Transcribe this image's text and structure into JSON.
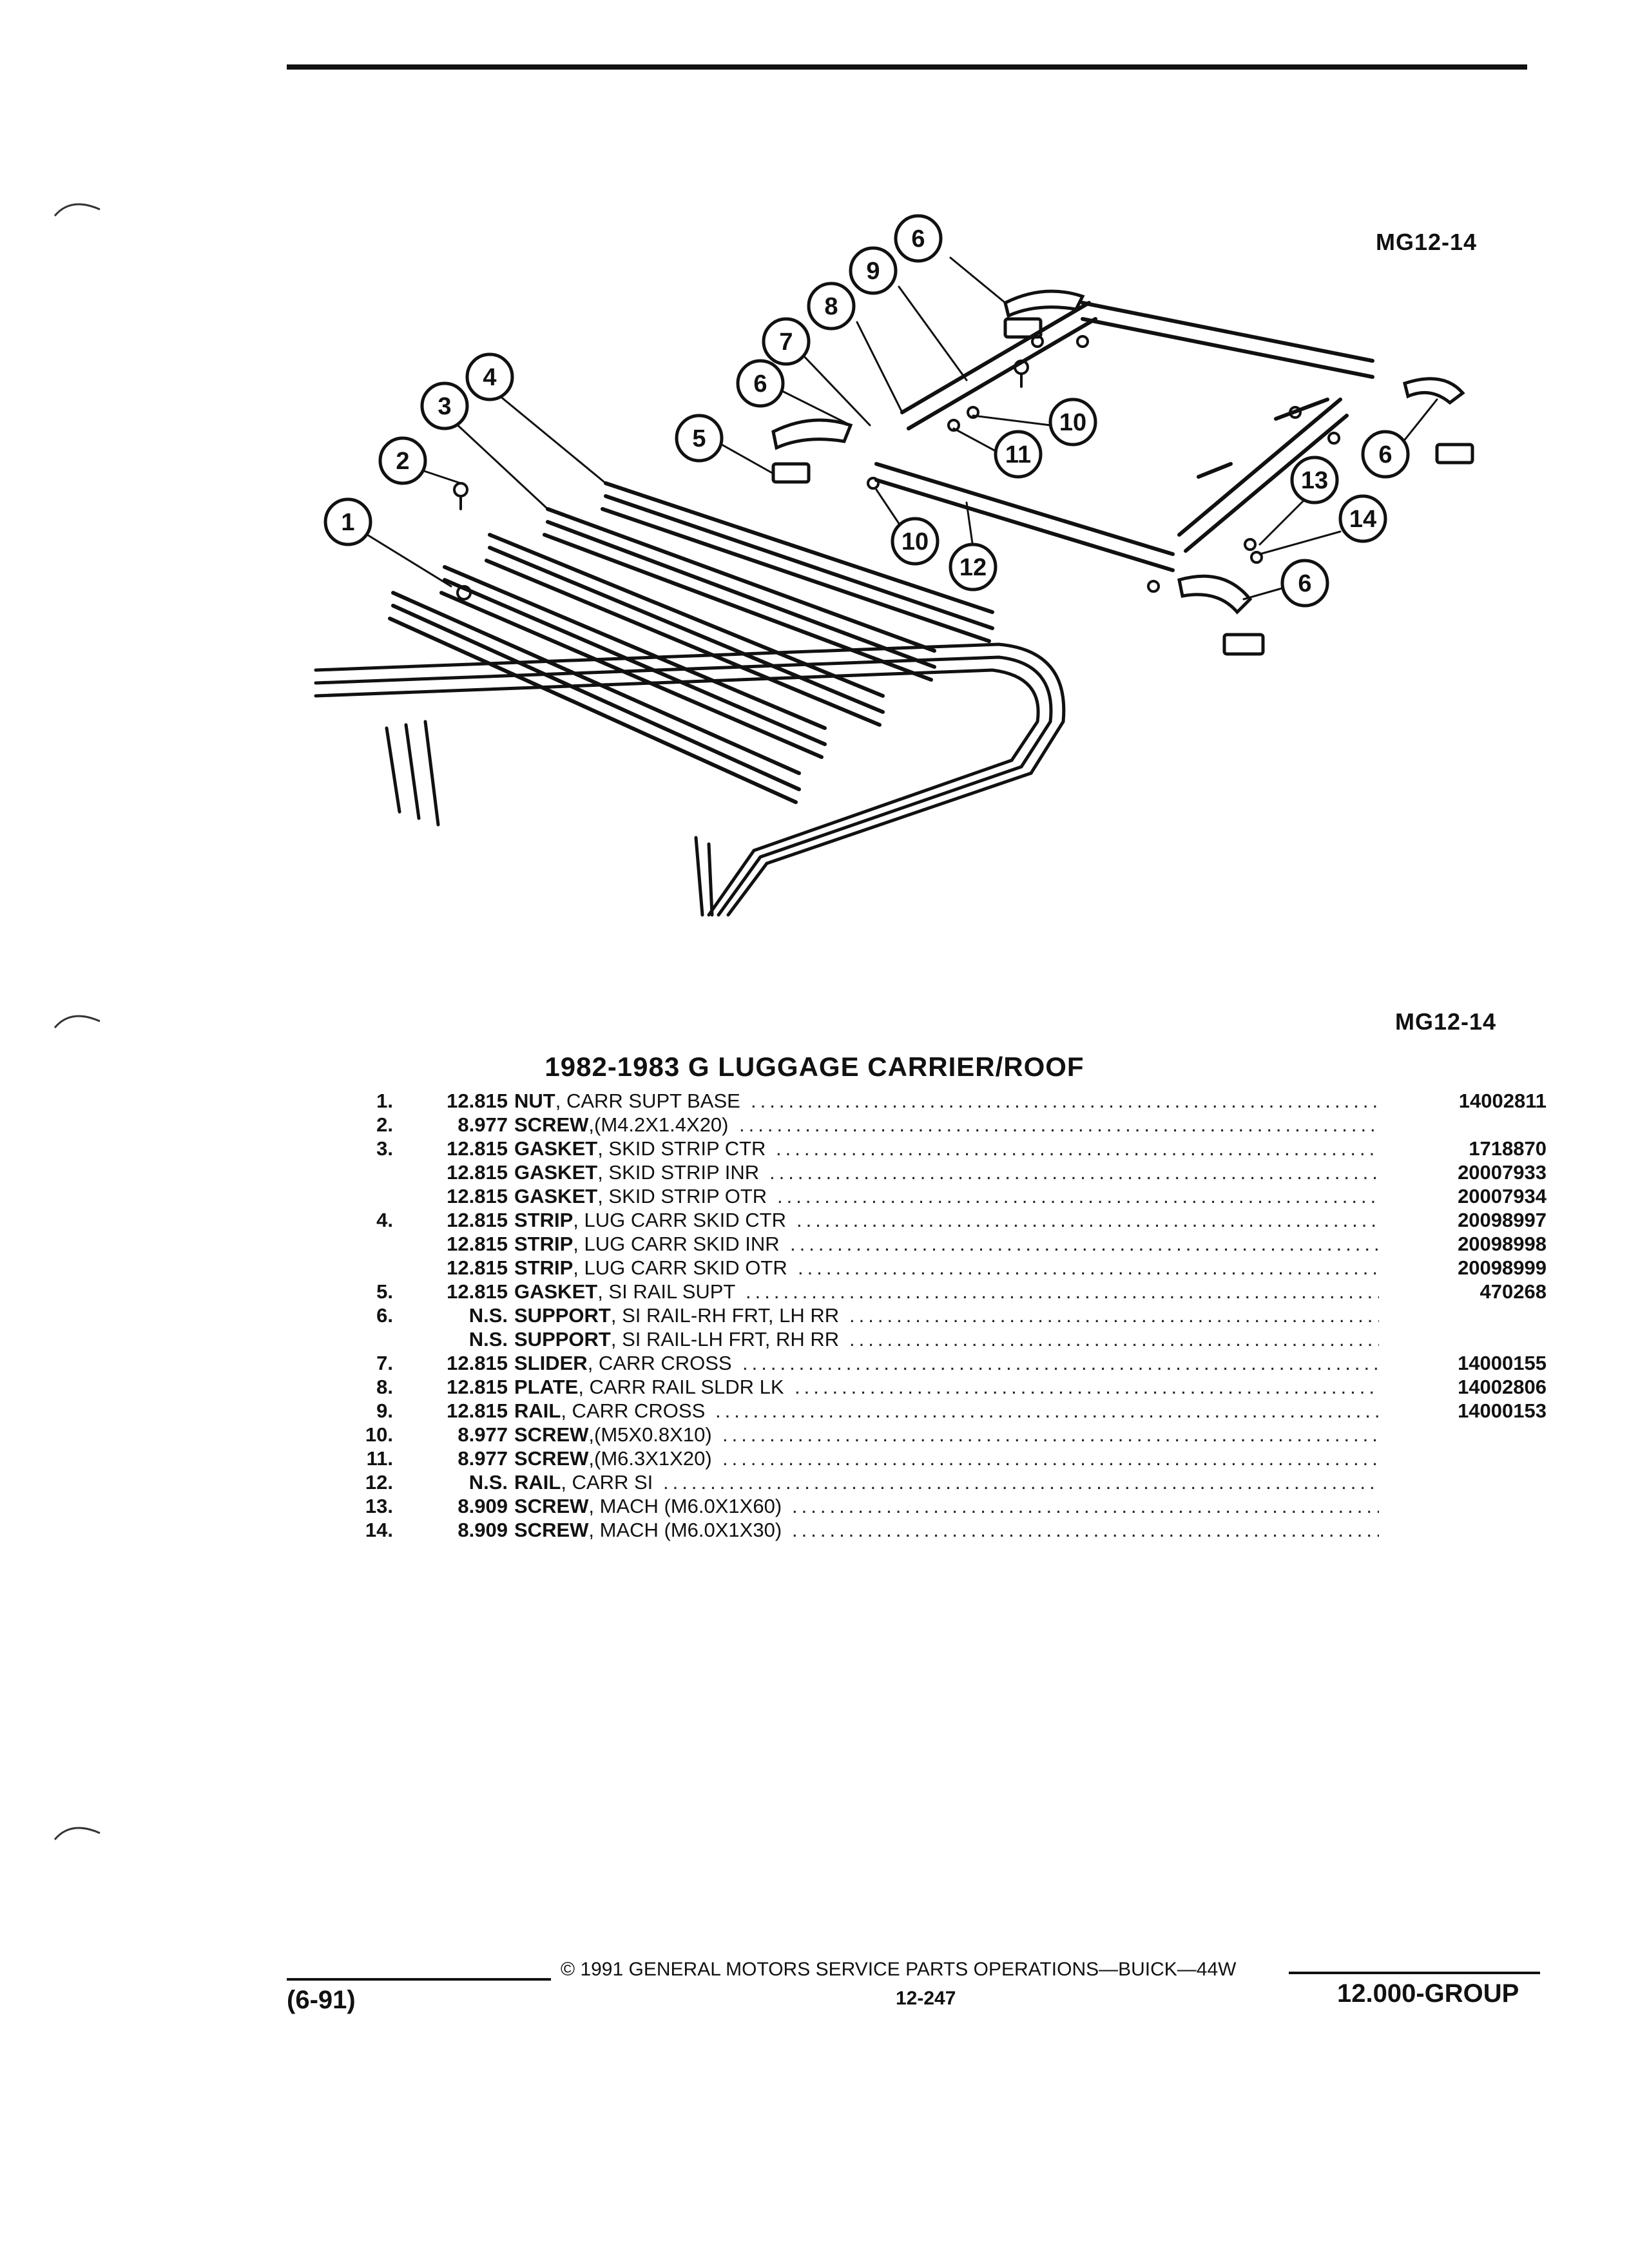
{
  "figure": {
    "code_top": "MG12-14",
    "code_bottom": "MG12-14",
    "callouts": [
      "1",
      "2",
      "3",
      "4",
      "5",
      "6",
      "7",
      "8",
      "9",
      "10",
      "11",
      "12",
      "13",
      "14"
    ]
  },
  "title": "1982-1983 G LUGGAGE CARRIER/ROOF",
  "parts": [
    {
      "ref": "1.",
      "group": "12.815",
      "name": "NUT",
      "detail": ", CARR SUPT BASE",
      "part_no": "14002811"
    },
    {
      "ref": "2.",
      "group": "8.977",
      "name": "SCREW",
      "detail": ",(M4.2X1.4X20)",
      "part_no": ""
    },
    {
      "ref": "3.",
      "group": "12.815",
      "name": "GASKET",
      "detail": ", SKID STRIP CTR",
      "part_no": "1718870"
    },
    {
      "ref": "",
      "group": "12.815",
      "name": "GASKET",
      "detail": ", SKID STRIP INR",
      "part_no": "20007933"
    },
    {
      "ref": "",
      "group": "12.815",
      "name": "GASKET",
      "detail": ", SKID STRIP OTR",
      "part_no": "20007934"
    },
    {
      "ref": "4.",
      "group": "12.815",
      "name": "STRIP",
      "detail": ", LUG CARR SKID CTR",
      "part_no": "20098997"
    },
    {
      "ref": "",
      "group": "12.815",
      "name": "STRIP",
      "detail": ", LUG CARR SKID INR",
      "part_no": "20098998"
    },
    {
      "ref": "",
      "group": "12.815",
      "name": "STRIP",
      "detail": ", LUG CARR SKID OTR",
      "part_no": "20098999"
    },
    {
      "ref": "5.",
      "group": "12.815",
      "name": "GASKET",
      "detail": ", SI RAIL SUPT",
      "part_no": "470268"
    },
    {
      "ref": "6.",
      "group": "N.S.",
      "name": "SUPPORT",
      "detail": ", SI RAIL-RH FRT, LH RR",
      "part_no": ""
    },
    {
      "ref": "",
      "group": "N.S.",
      "name": "SUPPORT",
      "detail": ", SI RAIL-LH FRT, RH RR",
      "part_no": ""
    },
    {
      "ref": "7.",
      "group": "12.815",
      "name": "SLIDER",
      "detail": ", CARR CROSS",
      "part_no": "14000155"
    },
    {
      "ref": "8.",
      "group": "12.815",
      "name": "PLATE",
      "detail": ", CARR RAIL SLDR LK",
      "part_no": "14002806"
    },
    {
      "ref": "9.",
      "group": "12.815",
      "name": "RAIL",
      "detail": ", CARR CROSS",
      "part_no": "14000153"
    },
    {
      "ref": "10.",
      "group": "8.977",
      "name": "SCREW",
      "detail": ",(M5X0.8X10)",
      "part_no": ""
    },
    {
      "ref": "11.",
      "group": "8.977",
      "name": "SCREW",
      "detail": ",(M6.3X1X20)",
      "part_no": ""
    },
    {
      "ref": "12.",
      "group": "N.S.",
      "name": "RAIL",
      "detail": ", CARR SI",
      "part_no": ""
    },
    {
      "ref": "13.",
      "group": "8.909",
      "name": "SCREW",
      "detail": ", MACH (M6.0X1X60)",
      "part_no": ""
    },
    {
      "ref": "14.",
      "group": "8.909",
      "name": "SCREW",
      "detail": ", MACH (M6.0X1X30)",
      "part_no": ""
    }
  ],
  "footer": {
    "copyright": "© 1991 GENERAL MOTORS SERVICE PARTS OPERATIONS—BUICK—44W",
    "page": "12-247",
    "date": "(6-91)",
    "group": "12.000-GROUP"
  }
}
